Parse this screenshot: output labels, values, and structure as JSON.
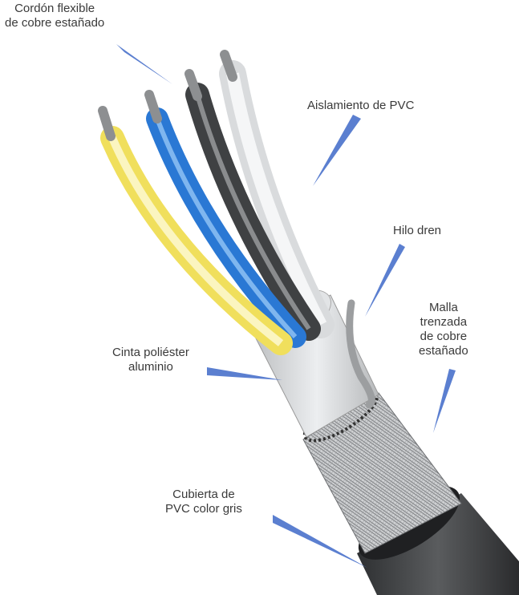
{
  "labels": {
    "conductor": [
      "Cordón flexible",
      "de cobre estañado"
    ],
    "insulation": "Aislamiento de PVC",
    "drain": "Hilo dren",
    "braid": [
      "Malla",
      "trenzada",
      "de cobre",
      "estañado"
    ],
    "foil": [
      "Cinta poliéster",
      "aluminio"
    ],
    "jacket": [
      "Cubierta de",
      "PVC color gris"
    ]
  },
  "colors": {
    "pointer": "#5b7fd0",
    "wire_yellow": "#f3e56a",
    "wire_blue": "#2f7fd8",
    "wire_black": "#4a4a4c",
    "wire_white": "#e6e8ea",
    "jacket": "#47494b",
    "foil": "#d8dadc"
  }
}
